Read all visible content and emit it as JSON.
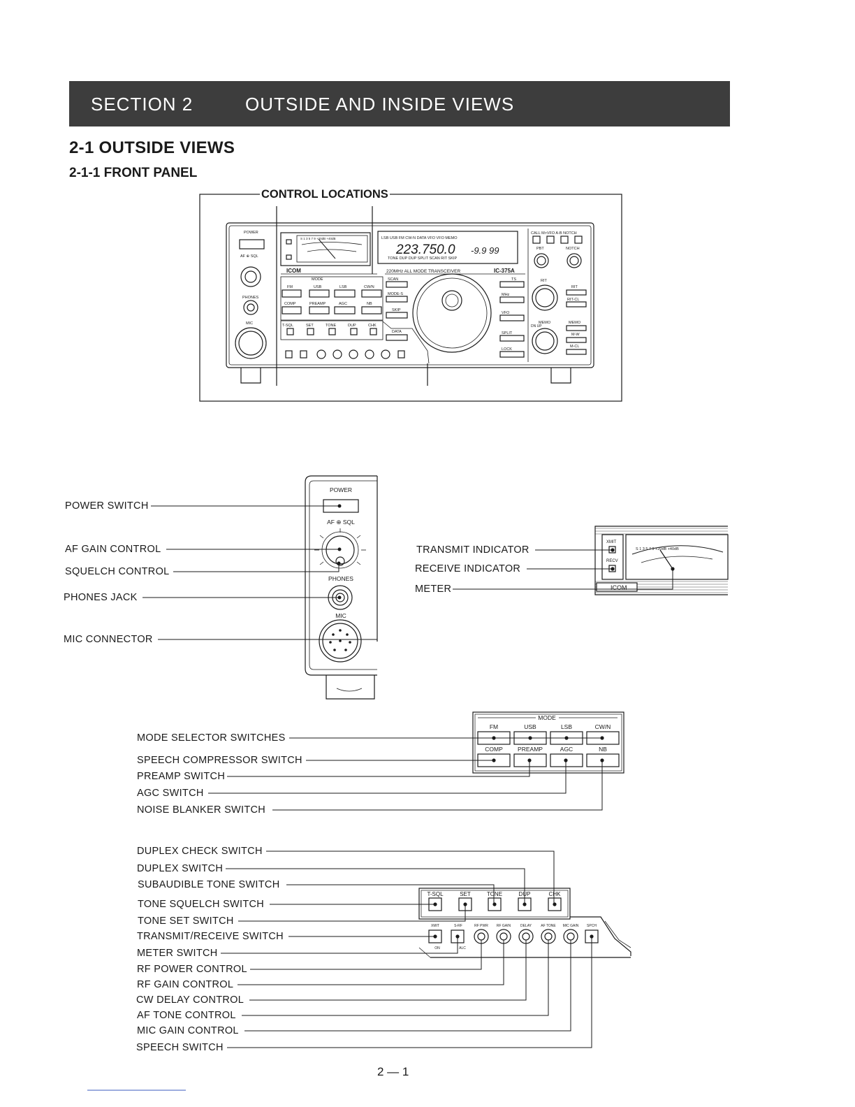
{
  "section": {
    "number": "SECTION  2",
    "title": "OUTSIDE AND INSIDE VIEWS"
  },
  "heading_main": "2-1  OUTSIDE VIEWS",
  "heading_sub": "2-1-1  FRONT PANEL",
  "control_locations": "CONTROL LOCATIONS",
  "radio": {
    "model_line": "220MHz  ALL MODE TRANSCEIVER",
    "model": "IC-375A",
    "brand": "ICOM",
    "frequency": "223.750.0",
    "offset": "-9.9 99",
    "status_top": "LSB USB FM CW-N    DATA    VFO  VFO  MEMO",
    "status_bottom": "TONE  DUP  DUP  SPLIT  SCAN  RIT  SKIP",
    "meter_scale": "S  1  3  5  7  9  +20dB  +40dB",
    "top_buttons": "CALL  M>VFO  A-B  NOTCH",
    "pbt": "PBT",
    "notch": "NOTCH",
    "rit": "RIT",
    "memo": "MEMO",
    "on_up": "DN         UP",
    "side_left": [
      "SCAN",
      "MODE-S",
      "SKIP",
      "DATA"
    ],
    "side_right": [
      "TS",
      "MHz",
      "VFO",
      "SPLIT",
      "LOCK"
    ],
    "far_right": [
      "RIT",
      "RIT-CL",
      "MEMO",
      "M-W",
      "M-CL"
    ]
  },
  "panel_text": {
    "power": "POWER",
    "af_sql": "AF ⊕ SQL",
    "phones": "PHONES",
    "mic": "MIC",
    "xmit": "XMIT",
    "recv": "RECV",
    "mode": "MODE",
    "mode_row1": [
      "FM",
      "USB",
      "LSB",
      "CW/N"
    ],
    "mode_row2": [
      "COMP",
      "PREAMP",
      "AGC",
      "NB"
    ],
    "tone_row": [
      "T-SQL",
      "SET",
      "TONE",
      "DUP",
      "CHK"
    ],
    "knob_row": [
      "XMIT",
      "S-RF",
      "RF PWR",
      "RF GAIN",
      "DELAY",
      "AF TONE",
      "MIC GAIN",
      "SPCH"
    ],
    "knob_sub": [
      "ON",
      "ALC"
    ]
  },
  "labels_left": [
    "POWER SWITCH",
    "AF GAIN CONTROL",
    "SQUELCH CONTROL",
    "PHONES JACK",
    "MIC CONNECTOR"
  ],
  "labels_meter": [
    "TRANSMIT INDICATOR",
    "RECEIVE INDICATOR",
    "METER"
  ],
  "labels_mode": [
    "MODE SELECTOR SWITCHES",
    "SPEECH COMPRESSOR SWITCH",
    "PREAMP SWITCH",
    "AGC SWITCH",
    "NOISE BLANKER SWITCH"
  ],
  "labels_tone": [
    "DUPLEX CHECK SWITCH",
    "DUPLEX SWITCH",
    "SUBAUDIBLE TONE SWITCH",
    "TONE SQUELCH SWITCH",
    "TONE SET SWITCH",
    "TRANSMIT/RECEIVE SWITCH",
    "METER SWITCH",
    "RF POWER CONTROL",
    "RF GAIN CONTROL",
    "CW DELAY CONTROL",
    "AF TONE CONTROL",
    "MIC GAIN CONTROL",
    "SPEECH SWITCH"
  ],
  "page_number": "2 — 1"
}
